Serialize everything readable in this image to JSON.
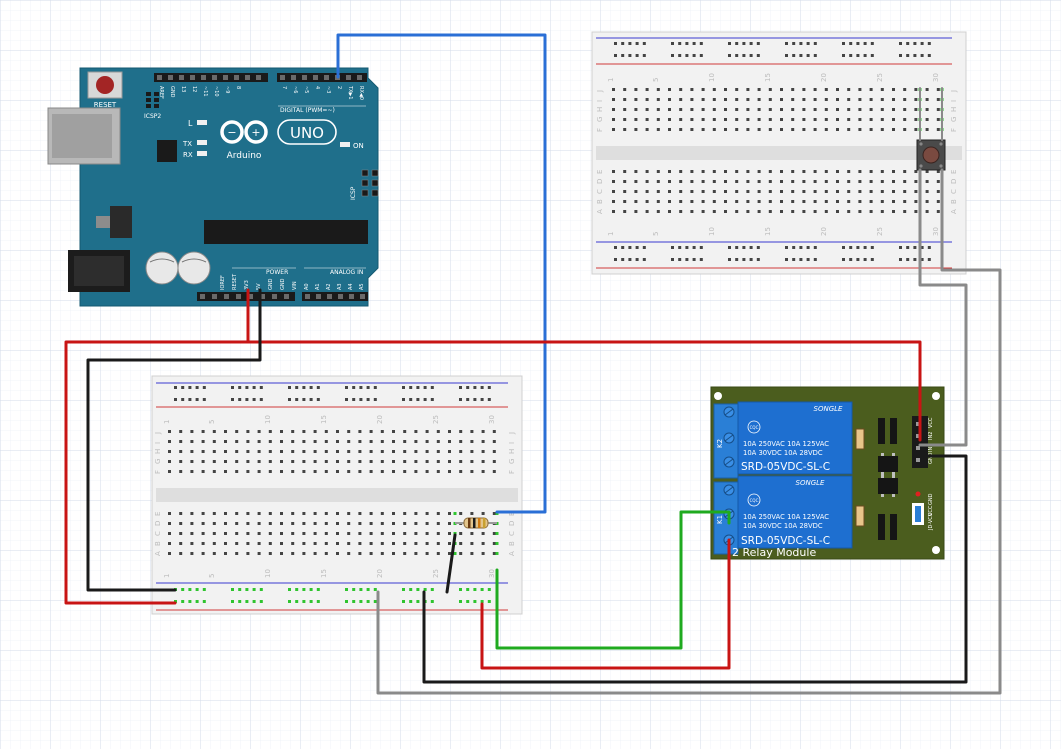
{
  "arduino": {
    "reset_label": "RESET",
    "icsp2_label": "ICSP2",
    "icsp_label": "ICSP",
    "l_label": "L",
    "tx_label": "TX",
    "rx_label": "RX",
    "on_label": "ON",
    "brand": "Arduino",
    "model": "UNO",
    "digital_label": "DIGITAL (PWM=~)",
    "power_label": "POWER",
    "analog_label": "ANALOG IN",
    "digital_pins": [
      "AREF",
      "GND",
      "13",
      "12",
      "~11",
      "~10",
      "~9",
      "8",
      "7",
      "~6",
      "~5",
      "4",
      "~3",
      "2",
      "TX▶1",
      "RX◀0"
    ],
    "power_pins": [
      "IOREF",
      "RESET",
      "3V3",
      "5V",
      "GND",
      "GND",
      "VIN"
    ],
    "analog_pins": [
      "A0",
      "A1",
      "A2",
      "A3",
      "A4",
      "A5"
    ]
  },
  "breadboard_top": {
    "column_numbers": [
      "1",
      "5",
      "10",
      "15",
      "20",
      "25",
      "30"
    ],
    "rows_upper": [
      "J",
      "I",
      "H",
      "G",
      "F"
    ],
    "rows_lower": [
      "E",
      "D",
      "C",
      "B",
      "A"
    ]
  },
  "breadboard_bottom": {
    "column_numbers": [
      "1",
      "5",
      "10",
      "15",
      "20",
      "25",
      "30"
    ],
    "rows_upper": [
      "J",
      "I",
      "H",
      "G",
      "F"
    ],
    "rows_lower": [
      "E",
      "D",
      "C",
      "B",
      "A"
    ]
  },
  "relay_module": {
    "title": "2 Relay Module",
    "relays": [
      {
        "brand": "SONGLE",
        "line1": "10A 250VAC  10A 125VAC",
        "line2": "10A  30VDC  10A 28VDC",
        "model": "SRD-05VDC-SL-C",
        "label": "K2"
      },
      {
        "brand": "SONGLE",
        "line1": "10A 250VAC  10A 125VAC",
        "line2": "10A  30VDC  10A 28VDC",
        "model": "SRD-05VDC-SL-C",
        "label": "K1"
      }
    ],
    "header_pins": [
      "GND",
      "IN1",
      "IN2",
      "VCC"
    ],
    "jumper_pins": [
      "GND",
      "VCC",
      "JD-VCC"
    ]
  },
  "colors": {
    "grid": "#dde4f0",
    "arduino": "#1f6f8b",
    "breadboard": "#f2f2f2",
    "relay_board": "#4b5d1e",
    "relay": "#1e6fd0",
    "wire_red": "#c81414",
    "wire_black": "#1a1a1a",
    "wire_blue": "#2a6fd6",
    "wire_green": "#1faa1f",
    "wire_gray": "#8a8a8a"
  }
}
